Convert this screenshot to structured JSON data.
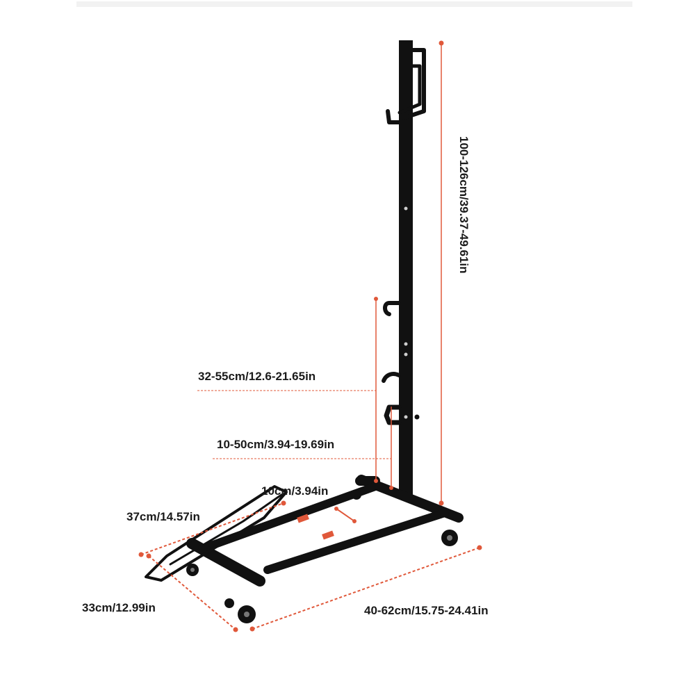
{
  "dimensions": {
    "total_height": "100-126cm/39.37-49.61in",
    "upper_hook_height": "32-55cm/12.6-21.65in",
    "lower_hook_height": "10-50cm/3.94-19.69in",
    "base_offset": "10cm/3.94in",
    "base_width": "37cm/14.57in",
    "front_depth": "33cm/12.99in",
    "length": "40-62cm/15.75-24.41in"
  },
  "colors": {
    "dimension_line": "#e0583a",
    "frame": "#111111",
    "background": "#ffffff",
    "text": "#1a1a1a"
  }
}
